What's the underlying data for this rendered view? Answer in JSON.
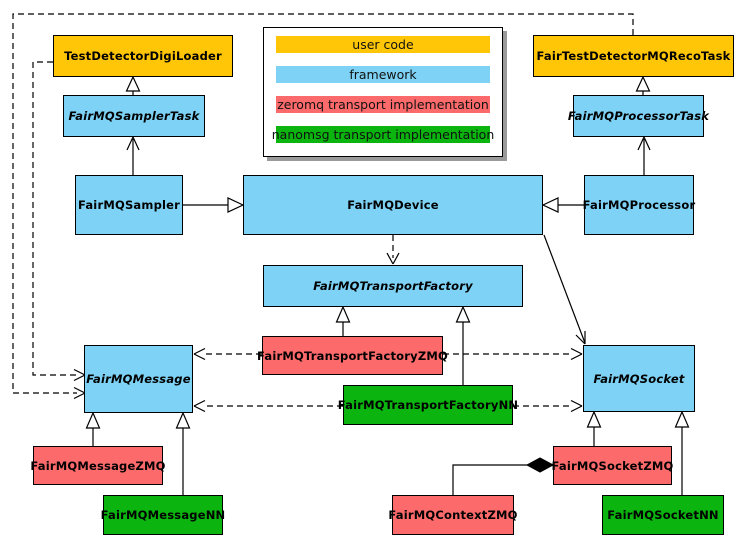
{
  "nodes": {
    "test_detector_digi_loader": {
      "label": "TestDetectorDigiLoader",
      "layer": "user code"
    },
    "fair_test_detector_mq_reco_task": {
      "label": "FairTestDetectorMQRecoTask",
      "layer": "user code"
    },
    "fairmq_sampler_task": {
      "label": "FairMQSamplerTask",
      "layer": "framework",
      "abstract": true
    },
    "fairmq_processor_task": {
      "label": "FairMQProcessorTask",
      "layer": "framework",
      "abstract": true
    },
    "fairmq_sampler": {
      "label": "FairMQSampler",
      "layer": "framework"
    },
    "fairmq_device": {
      "label": "FairMQDevice",
      "layer": "framework"
    },
    "fairmq_processor": {
      "label": "FairMQProcessor",
      "layer": "framework"
    },
    "fairmq_transport_factory": {
      "label": "FairMQTransportFactory",
      "layer": "framework",
      "abstract": true
    },
    "fairmq_transport_factory_zmq": {
      "label": "FairMQTransportFactoryZMQ",
      "layer": "zeromq"
    },
    "fairmq_transport_factory_nn": {
      "label": "FairMQTransportFactoryNN",
      "layer": "nanomsg"
    },
    "fairmq_message": {
      "label": "FairMQMessage",
      "layer": "framework",
      "abstract": true
    },
    "fairmq_socket": {
      "label": "FairMQSocket",
      "layer": "framework",
      "abstract": true
    },
    "fairmq_message_zmq": {
      "label": "FairMQMessageZMQ",
      "layer": "zeromq"
    },
    "fairmq_message_nn": {
      "label": "FairMQMessageNN",
      "layer": "nanomsg"
    },
    "fairmq_socket_zmq": {
      "label": "FairMQSocketZMQ",
      "layer": "zeromq"
    },
    "fairmq_socket_nn": {
      "label": "FairMQSocketNN",
      "layer": "nanomsg"
    },
    "fairmq_context_zmq": {
      "label": "FairMQContextZMQ",
      "layer": "zeromq"
    }
  },
  "legend": {
    "items": [
      {
        "label": "user code",
        "color": "#FFC608"
      },
      {
        "label": "framework",
        "color": "#7DD2F5"
      },
      {
        "label": "zeromq transport implementation",
        "color": "#FC6A6B"
      },
      {
        "label": "nanomsg transport implementation",
        "color": "#0BB40F"
      }
    ]
  },
  "colors": {
    "user_code": "#FFC608",
    "framework": "#7DD2F5",
    "zeromq": "#FC6A6B",
    "nanomsg": "#0BB40F",
    "border": "#000000",
    "background": "#FFFFFF"
  },
  "edges": [
    {
      "a": "FairMQSamplerTask",
      "b": "TestDetectorDigiLoader",
      "type": "inheritance-triangle",
      "arrow_at": "TestDetectorDigiLoader"
    },
    {
      "a": "FairMQProcessorTask",
      "b": "FairTestDetectorMQRecoTask",
      "type": "inheritance-triangle",
      "arrow_at": "FairTestDetectorMQRecoTask"
    },
    {
      "a": "FairMQSampler",
      "b": "FairMQSamplerTask",
      "type": "open-arrow",
      "arrow_at": "FairMQSamplerTask"
    },
    {
      "a": "FairMQProcessor",
      "b": "FairMQProcessorTask",
      "type": "open-arrow",
      "arrow_at": "FairMQProcessorTask"
    },
    {
      "a": "FairMQSampler",
      "b": "FairMQDevice",
      "type": "inheritance-triangle",
      "arrow_at": "FairMQDevice"
    },
    {
      "a": "FairMQProcessor",
      "b": "FairMQDevice",
      "type": "inheritance-triangle",
      "arrow_at": "FairMQDevice"
    },
    {
      "a": "FairMQDevice",
      "b": "FairMQTransportFactory",
      "type": "dashed-open-arrow",
      "arrow_at": "FairMQTransportFactory"
    },
    {
      "a": "FairMQDevice",
      "b": "FairMQSocket",
      "type": "open-arrow",
      "arrow_at": "FairMQSocket"
    },
    {
      "a": "TestDetectorDigiLoader",
      "b": "FairMQMessage",
      "type": "dashed-open-arrow",
      "arrow_at": "FairMQMessage"
    },
    {
      "a": "FairTestDetectorMQRecoTask",
      "b": "FairMQMessage",
      "type": "dashed-open-arrow",
      "arrow_at": "FairMQMessage"
    },
    {
      "a": "FairMQTransportFactoryZMQ",
      "b": "FairMQTransportFactory",
      "type": "inheritance-triangle",
      "arrow_at": "FairMQTransportFactory"
    },
    {
      "a": "FairMQTransportFactoryNN",
      "b": "FairMQTransportFactory",
      "type": "inheritance-triangle",
      "arrow_at": "FairMQTransportFactory"
    },
    {
      "a": "FairMQTransportFactoryZMQ",
      "b": "FairMQMessage",
      "type": "dashed-open-arrow",
      "arrow_at": "FairMQMessage"
    },
    {
      "a": "FairMQTransportFactoryZMQ",
      "b": "FairMQSocket",
      "type": "dashed-open-arrow",
      "arrow_at": "FairMQSocket"
    },
    {
      "a": "FairMQTransportFactoryNN",
      "b": "FairMQMessage",
      "type": "dashed-open-arrow",
      "arrow_at": "FairMQMessage"
    },
    {
      "a": "FairMQTransportFactoryNN",
      "b": "FairMQSocket",
      "type": "dashed-open-arrow",
      "arrow_at": "FairMQSocket"
    },
    {
      "a": "FairMQMessageZMQ",
      "b": "FairMQMessage",
      "type": "inheritance-triangle",
      "arrow_at": "FairMQMessage"
    },
    {
      "a": "FairMQMessageNN",
      "b": "FairMQMessage",
      "type": "inheritance-triangle",
      "arrow_at": "FairMQMessage"
    },
    {
      "a": "FairMQSocketZMQ",
      "b": "FairMQSocket",
      "type": "inheritance-triangle",
      "arrow_at": "FairMQSocket"
    },
    {
      "a": "FairMQSocketNN",
      "b": "FairMQSocket",
      "type": "inheritance-triangle",
      "arrow_at": "FairMQSocket"
    },
    {
      "a": "FairMQContextZMQ",
      "b": "FairMQSocketZMQ",
      "type": "composition-diamond",
      "diamond_at": "FairMQSocketZMQ"
    }
  ]
}
